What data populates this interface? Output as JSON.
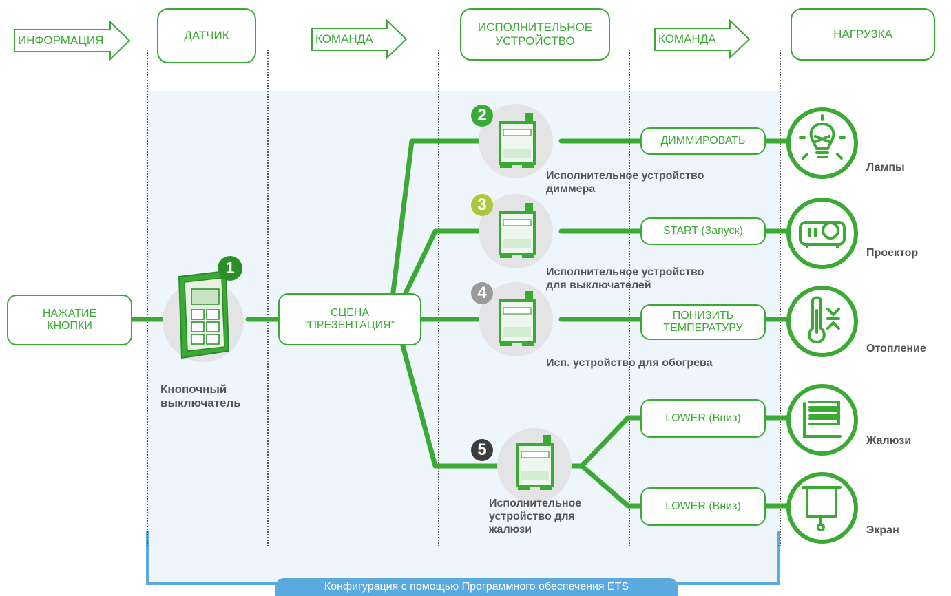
{
  "header": {
    "info": "ИНФОРМАЦИЯ",
    "sensor": "ДАТЧИК",
    "command1": "КОМАНДА",
    "actuator_line1": "ИСПОЛНИТЕЛЬНОЕ",
    "actuator_line2": "УСТРОЙСТВО",
    "command2": "КОМАНДА",
    "load": "НАГРУЗКА"
  },
  "input": {
    "line1": "НАЖАТИЕ",
    "line2": "КНОПКИ"
  },
  "switch": {
    "badge": "1",
    "label_line1": "Кнопочный",
    "label_line2": "выключатель"
  },
  "scene": {
    "line1": "СЦЕНА",
    "line2": "“ПРЕЗЕНТАЦИЯ”"
  },
  "actuators": [
    {
      "badge": "2",
      "badge_color": "#3aaa35",
      "label_line1": "Исполнительное устройство",
      "label_line2": "диммера",
      "command": "ДИММИРОВАТЬ"
    },
    {
      "badge": "3",
      "badge_color": "#a7c93a",
      "label_line1": "Исполнительное устройство",
      "label_line2": "для выключателей",
      "command": "START (Запуск)"
    },
    {
      "badge": "4",
      "badge_color": "#9a9a9a",
      "label_line1": "Исп. устройство для обогрева",
      "command_line1": "ПОНИЗИТЬ",
      "command_line2": "ТЕМПЕРАТУРУ"
    },
    {
      "badge": "5",
      "badge_color": "#3d3d3d",
      "label_line1": "Исполнительное",
      "label_line2": "устройство для",
      "label_line3": "жалюзи",
      "command_a": "LOWER (Вниз)",
      "command_b": "LOWER (Вниз)"
    }
  ],
  "loads": [
    {
      "name": "Лампы",
      "icon": "lamp-icon"
    },
    {
      "name": "Проектор",
      "icon": "projector-icon"
    },
    {
      "name": "Отопление",
      "icon": "thermometer-icon"
    },
    {
      "name": "Жалюзи",
      "icon": "blinds-icon"
    },
    {
      "name": "Экран",
      "icon": "screen-icon"
    }
  ],
  "footer": "Конфигурация с помощью Программного обеспечения ETS",
  "colors": {
    "green": "#3aaa35",
    "blue": "#5aa9df",
    "panel": "#eef5fb",
    "device_bg": "#e4e4e6"
  }
}
